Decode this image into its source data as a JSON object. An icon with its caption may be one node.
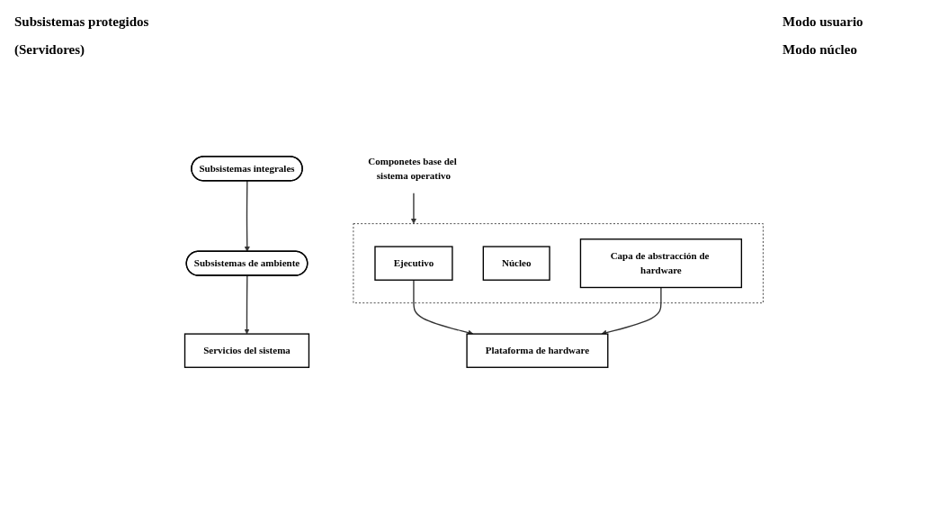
{
  "diagram": {
    "nodes": [
      {
        "text": [
          "Subsistemas integrales"
        ]
      },
      {
        "text": [
          "Subsistemas de ambiente"
        ]
      },
      {
        "text": [
          "Componetes base del sistema operativo"
        ]
      },
      {
        "text": [
          "Servicios del sistema"
        ]
      },
      {
        "text": [],
        "shape": "box"
      },
      {
        "text": [
          "Ejecutivo"
        ],
        "in": 4
      },
      {
        "text": [
          "Núcleo"
        ],
        "in": 4
      },
      {
        "text": [
          "Capa de abstracción de hardware"
        ],
        "in": 4
      },
      {
        "text": [
          "Plataforma de hardware"
        ]
      }
    ],
    "edges": [
      {
        "from": 0,
        "to": 1,
        "arrow": "to"
      },
      {
        "from": 1,
        "to": 3,
        "arrow": "to"
      },
      {
        "from": 2,
        "to": 4,
        "arrow": "to"
      },
      {
        "from": 5,
        "to": 8,
        "arrow": "to"
      },
      {
        "from": 7,
        "to": 8,
        "arrow": "to"
      }
    ],
    "labels": [
      "Subsistemas protegidos",
      "(Servidores)",
      "Modo usuario",
      "Modo núcleo"
    ]
  }
}
